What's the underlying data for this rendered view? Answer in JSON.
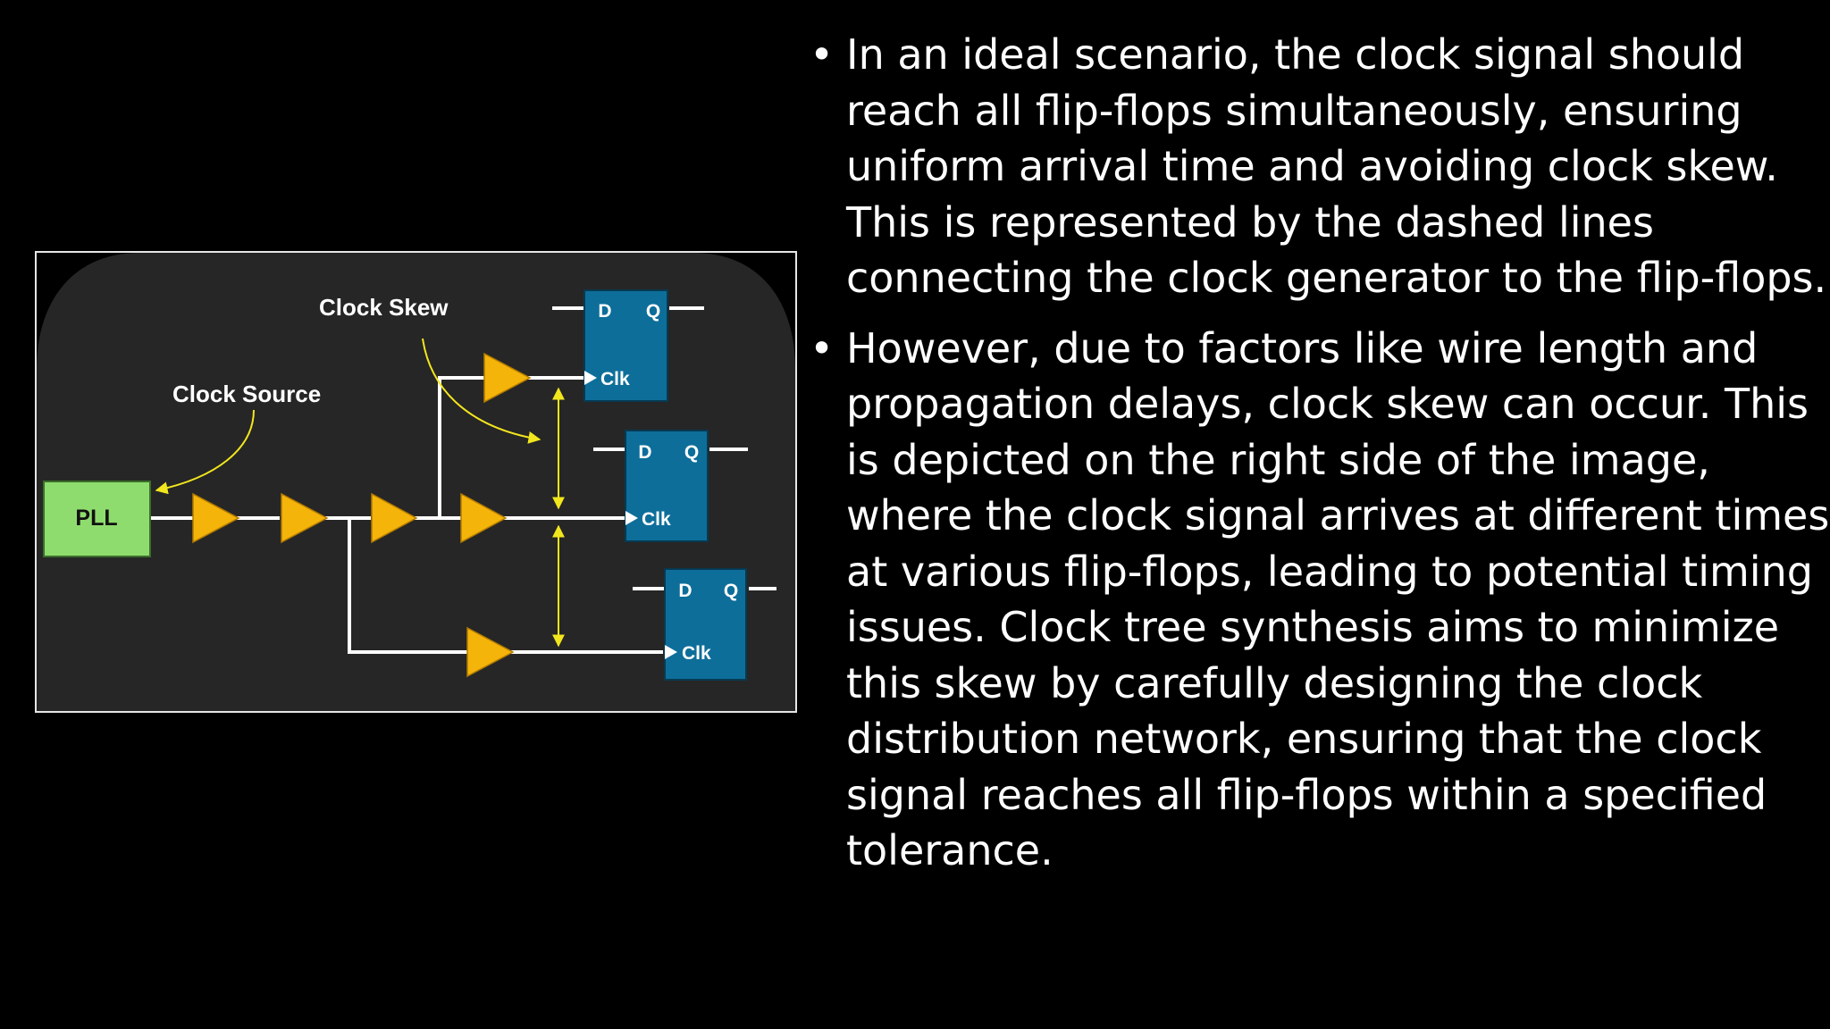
{
  "slide": {
    "bullet_glyph": "•",
    "bullets": [
      "In an ideal scenario, the clock signal should reach all flip-flops simultaneously, ensuring uniform arrival time and avoiding clock skew. This is represented by the dashed lines connecting the clock generator to the flip-flops.",
      "However, due to factors like wire length and propagation delays, clock skew can occur. This is depicted on the right side of the image, where the clock signal arrives at different times at various flip-flops, leading to potential timing issues. Clock tree synthesis aims to minimize this skew by carefully designing the clock distribution network, ensuring that the clock signal reaches all flip-flops within a specified tolerance."
    ]
  },
  "diagram": {
    "clock_skew_label": "Clock Skew",
    "clock_source_label": "Clock Source",
    "pll_label": "PLL",
    "flipflops": [
      {
        "d": "D",
        "q": "Q",
        "clk": "Clk"
      },
      {
        "d": "D",
        "q": "Q",
        "clk": "Clk"
      },
      {
        "d": "D",
        "q": "Q",
        "clk": "Clk"
      }
    ],
    "colors": {
      "panel": "#262626",
      "pll_fill": "#8fdc6e",
      "buffer_fill": "#f5b40a",
      "flipflop_fill": "#0e6e9a",
      "wire": "#ffffff",
      "annotation": "#f2e61e"
    }
  }
}
